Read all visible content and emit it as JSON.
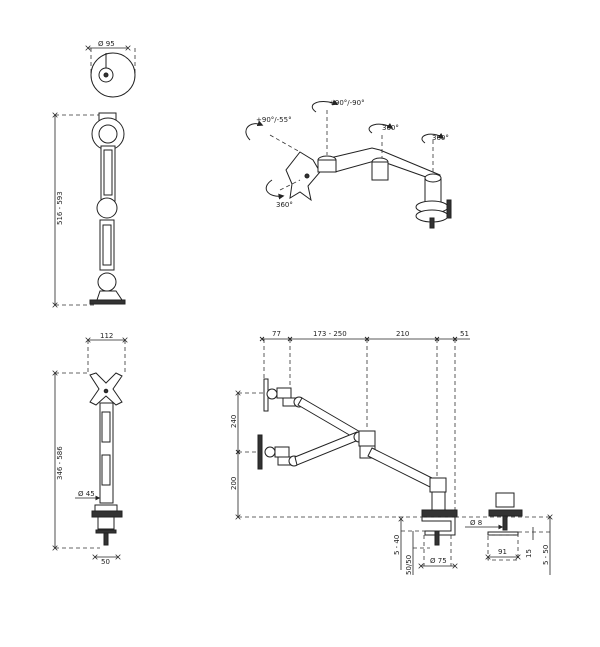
{
  "top_view": {
    "diameter": "Ø 95"
  },
  "side_view": {
    "height": "516 - 593"
  },
  "iso_view": {
    "tilt": "+90°/-55°",
    "head_swivel": "+90°/-90°",
    "rotation_plate": "360°",
    "rotation_joint": "360°",
    "rotation_column": "360°"
  },
  "front_view": {
    "width": "112",
    "height": "346 - 586",
    "pole_diameter": "Ø 45",
    "base_width": "50"
  },
  "profile_view": {
    "reach_head": "77",
    "reach_arm1": "173 - 250",
    "reach_arm2": "210",
    "reach_back": "51",
    "height_upper": "240",
    "height_lower": "200",
    "clamp_range": "5 - 40",
    "clamp_depth": "50/50",
    "clamp_diameter": "Ø 75"
  },
  "grommet_detail": {
    "bolt_diameter": "Ø 8",
    "width": "91",
    "thickness": "15",
    "range": "5 - 50"
  }
}
